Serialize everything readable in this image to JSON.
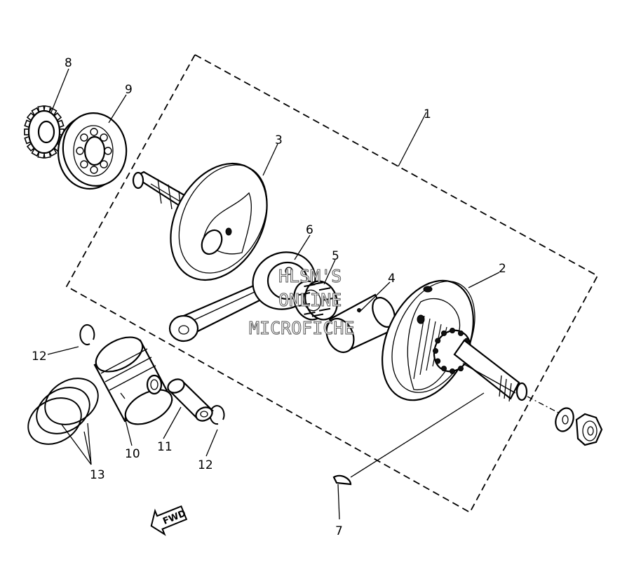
{
  "diagram": {
    "callouts": [
      {
        "id": "1",
        "text": "1"
      },
      {
        "id": "2",
        "text": "2"
      },
      {
        "id": "3",
        "text": "3"
      },
      {
        "id": "4",
        "text": "4"
      },
      {
        "id": "5",
        "text": "5"
      },
      {
        "id": "6",
        "text": "6"
      },
      {
        "id": "7",
        "text": "7"
      },
      {
        "id": "8",
        "text": "8"
      },
      {
        "id": "9",
        "text": "9"
      },
      {
        "id": "10",
        "text": "10"
      },
      {
        "id": "11",
        "text": "11"
      },
      {
        "id": "12a",
        "text": "12"
      },
      {
        "id": "12b",
        "text": "12"
      },
      {
        "id": "13",
        "text": "13"
      }
    ],
    "fwd_label": "FWD",
    "watermark": [
      "HLSM'S",
      "ONLINE",
      "MICROFICHE"
    ]
  }
}
